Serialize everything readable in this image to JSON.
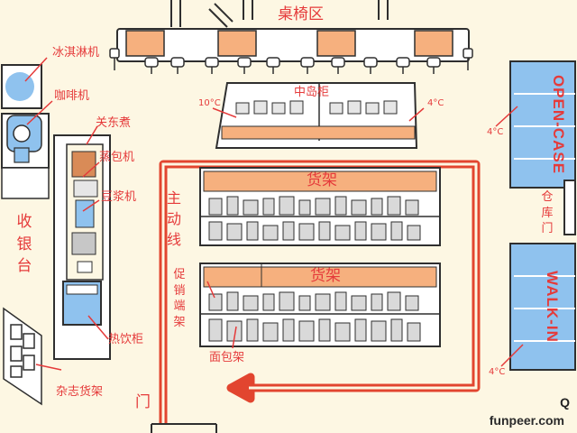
{
  "labels": {
    "seating_area": "桌椅区",
    "ice_cream_machine": "冰淇淋机",
    "coffee_machine": "咖啡机",
    "oden": "关东煮",
    "steamed_bun_machine": "蒸包机",
    "soymilk_machine": "豆浆机",
    "cashier": "收银台",
    "hot_drink_cabinet": "热饮柜",
    "magazine_rack": "杂志货架",
    "middle_island": "中岛柜",
    "shelf_1": "货架",
    "shelf_2": "货架",
    "main_path": "主动线",
    "promo_end_rack": "促销端架",
    "bread_rack": "面包架",
    "door": "门",
    "open_case": "OPEN-CASE",
    "warehouse_door": "仓库门",
    "walk_in": "WALK-IN",
    "temp_10c": "10°C",
    "temp_4c_island": "4°C",
    "temp_4c_opencase": "4°C",
    "temp_4c_walkin": "4°C"
  },
  "watermark": "funpeer.com",
  "logo_mark": "Q",
  "colors": {
    "background": "#fdf7e3",
    "accent_red": "#e53a3a",
    "path_red": "#e2452f",
    "orange_panel": "#f6b07e",
    "blue_equipment": "#8fc2ee",
    "ink": "#2f2f2f"
  },
  "icons": [
    "arrow-icon",
    "chair-icon",
    "table-icon",
    "shelf-icon",
    "coffee-machine-icon",
    "refrigerator-icon"
  ]
}
